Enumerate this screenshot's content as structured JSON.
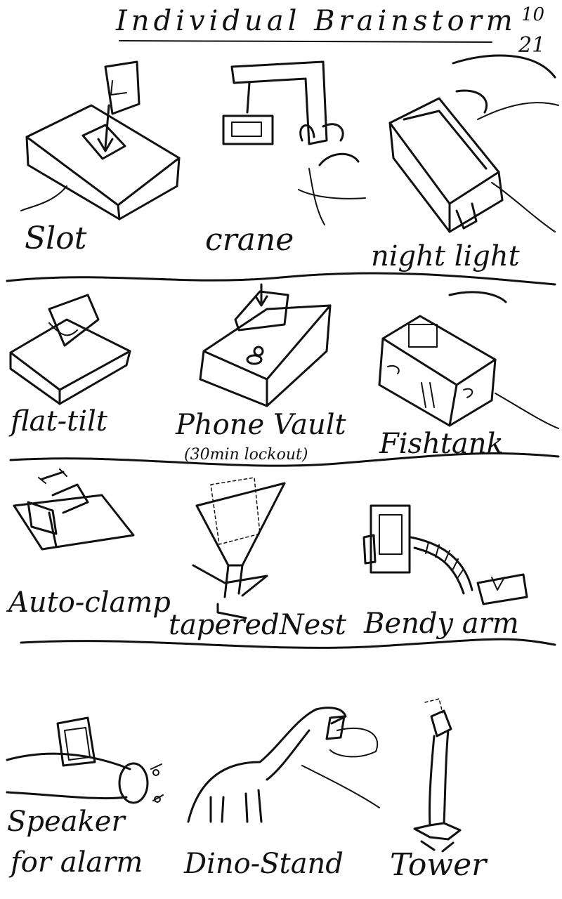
{
  "page": {
    "title": "Individual Brainstorm",
    "date": {
      "numerator": "10",
      "denominator": "21"
    }
  },
  "sketches": [
    {
      "label": "Slot"
    },
    {
      "label": "crane"
    },
    {
      "label": "night light"
    },
    {
      "label": "flat-tilt"
    },
    {
      "label": "Phone Vault",
      "note": "(30min lockout)"
    },
    {
      "label": "Fishtank"
    },
    {
      "label": "Auto-clamp"
    },
    {
      "label": "taperedNest"
    },
    {
      "label": "Bendy arm"
    },
    {
      "label": "Speaker",
      "label_line2": "for alarm"
    },
    {
      "label": "Dino-Stand"
    },
    {
      "label": "Tower"
    }
  ],
  "ink_color": "#111111",
  "paper_color": "#ffffff"
}
